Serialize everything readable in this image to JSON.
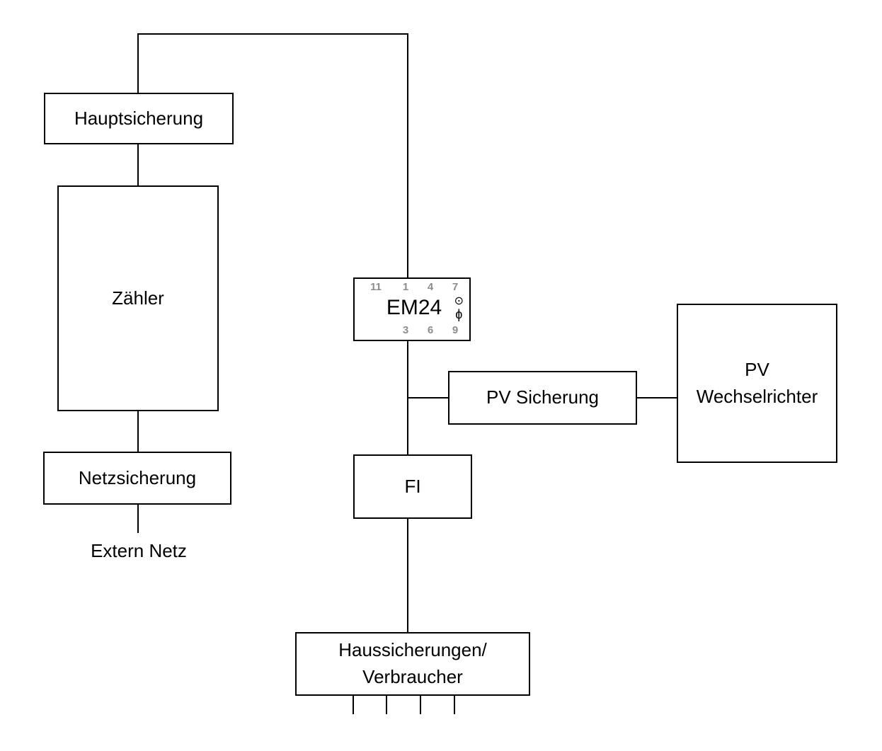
{
  "diagram": {
    "background_color": "#ffffff",
    "line_color": "#000000",
    "nodes": {
      "hauptsicherung": {
        "label": "Hauptsicherung"
      },
      "zaehler": {
        "label": "Zähler"
      },
      "netzsicherung": {
        "label": "Netzsicherung"
      },
      "extern_netz": {
        "label": "Extern Netz"
      },
      "em24": {
        "label": "EM24",
        "top_terminals": [
          "11",
          "1",
          "4",
          "7"
        ],
        "bottom_terminals": [
          "3",
          "6",
          "9"
        ],
        "symbols": {
          "top": "⊙",
          "bottom": "ϕ"
        },
        "terminal_color": "#8c8c8c"
      },
      "pv_sicherung": {
        "label": "PV Sicherung"
      },
      "pv_wechselrichter": {
        "label_lines": [
          "PV",
          "Wechselrichter"
        ]
      },
      "fi": {
        "label": "FI"
      },
      "haussicherungen_verbraucher": {
        "label_lines": [
          "Haussicherungen/",
          "Verbraucher"
        ]
      }
    }
  }
}
